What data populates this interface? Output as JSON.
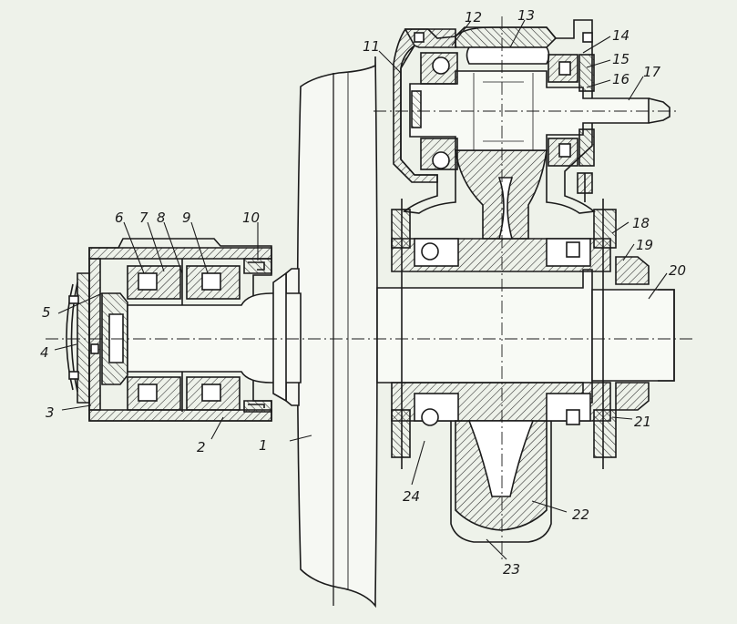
{
  "drawing": {
    "ink_color": "#1b1b1b",
    "paper_color": "#eef2ea",
    "hatch_color": "#2a2a2a"
  },
  "labels": [
    "1",
    "2",
    "3",
    "4",
    "5",
    "6",
    "7",
    "8",
    "9",
    "10",
    "11",
    "12",
    "13",
    "14",
    "15",
    "16",
    "17",
    "18",
    "19",
    "20",
    "21",
    "22",
    "23",
    "24"
  ]
}
